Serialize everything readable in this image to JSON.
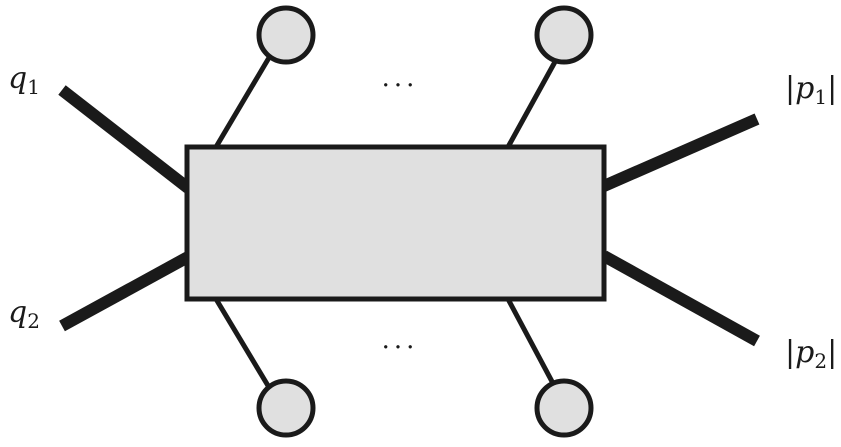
{
  "diagram": {
    "labels": {
      "q1": {
        "base": "q",
        "sub": "1"
      },
      "q2": {
        "base": "q",
        "sub": "2"
      },
      "p1": {
        "open": "|",
        "base": "p",
        "sub": "1",
        "close": "|"
      },
      "p2": {
        "open": "|",
        "base": "p",
        "sub": "2",
        "close": "|"
      }
    },
    "ellipsis_top": "···",
    "ellipsis_bottom": "···",
    "colors": {
      "box_fill": "#e0e0e0",
      "node_fill": "#e0e0e0",
      "stroke": "#1a1a1a"
    }
  }
}
